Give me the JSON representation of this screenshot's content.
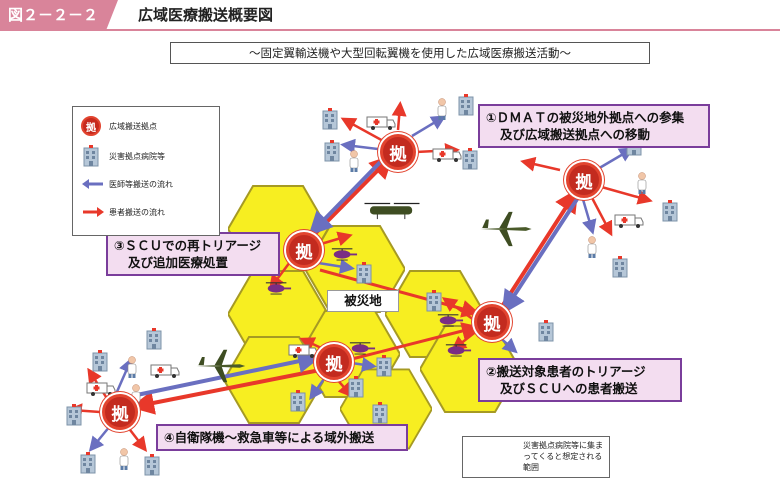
{
  "header": {
    "figure_number": "図２－２－２",
    "title": "広域医療搬送概要図"
  },
  "subtitle": "～固定翼輸送機や大型回転翼機を使用した広域医療搬送活動～",
  "legend": {
    "hub_icon_text": "拠",
    "items": [
      {
        "label": "広域搬送拠点"
      },
      {
        "label": "災害拠点病院等"
      },
      {
        "label": "医師等搬送の流れ"
      },
      {
        "label": "患者搬送の流れ"
      }
    ]
  },
  "colors": {
    "hex_yellow": "#f7ee21",
    "hex_stroke": "#a69a23",
    "doctor_arrow": "#6a6fc0",
    "patient_arrow": "#e8382a",
    "hub_red": "#c32b1f",
    "callout_border": "#7a3d9b",
    "callout_fill": "#f3ddf0",
    "accent_pink": "#d9849a"
  },
  "hubs": [
    {
      "name": "top-center",
      "label": "拠"
    },
    {
      "name": "top-right",
      "label": "拠"
    },
    {
      "name": "scu",
      "label": "拠"
    },
    {
      "name": "disaster-right",
      "label": "拠"
    },
    {
      "name": "disaster-lower",
      "label": "拠"
    },
    {
      "name": "left-bottom",
      "label": "拠"
    }
  ],
  "callouts": {
    "c1": {
      "line1": "①ＤＭＡＴの被災地外拠点への参集",
      "line2": "及び広域搬送拠点への移動"
    },
    "c2": {
      "line1": "②搬送対象患者のトリアージ",
      "line2": "及びＳＣＵへの患者搬送"
    },
    "c3": {
      "line1": "③ＳＣＵでの再トリアージ",
      "line2": "及び追加医療処置"
    },
    "c4": {
      "line1": "④自衛隊機～救急車等による域外搬送"
    }
  },
  "disaster_area_label": "被災地",
  "area_legend": {
    "text": "災害拠点病院等に集まってくると想定される範囲"
  }
}
